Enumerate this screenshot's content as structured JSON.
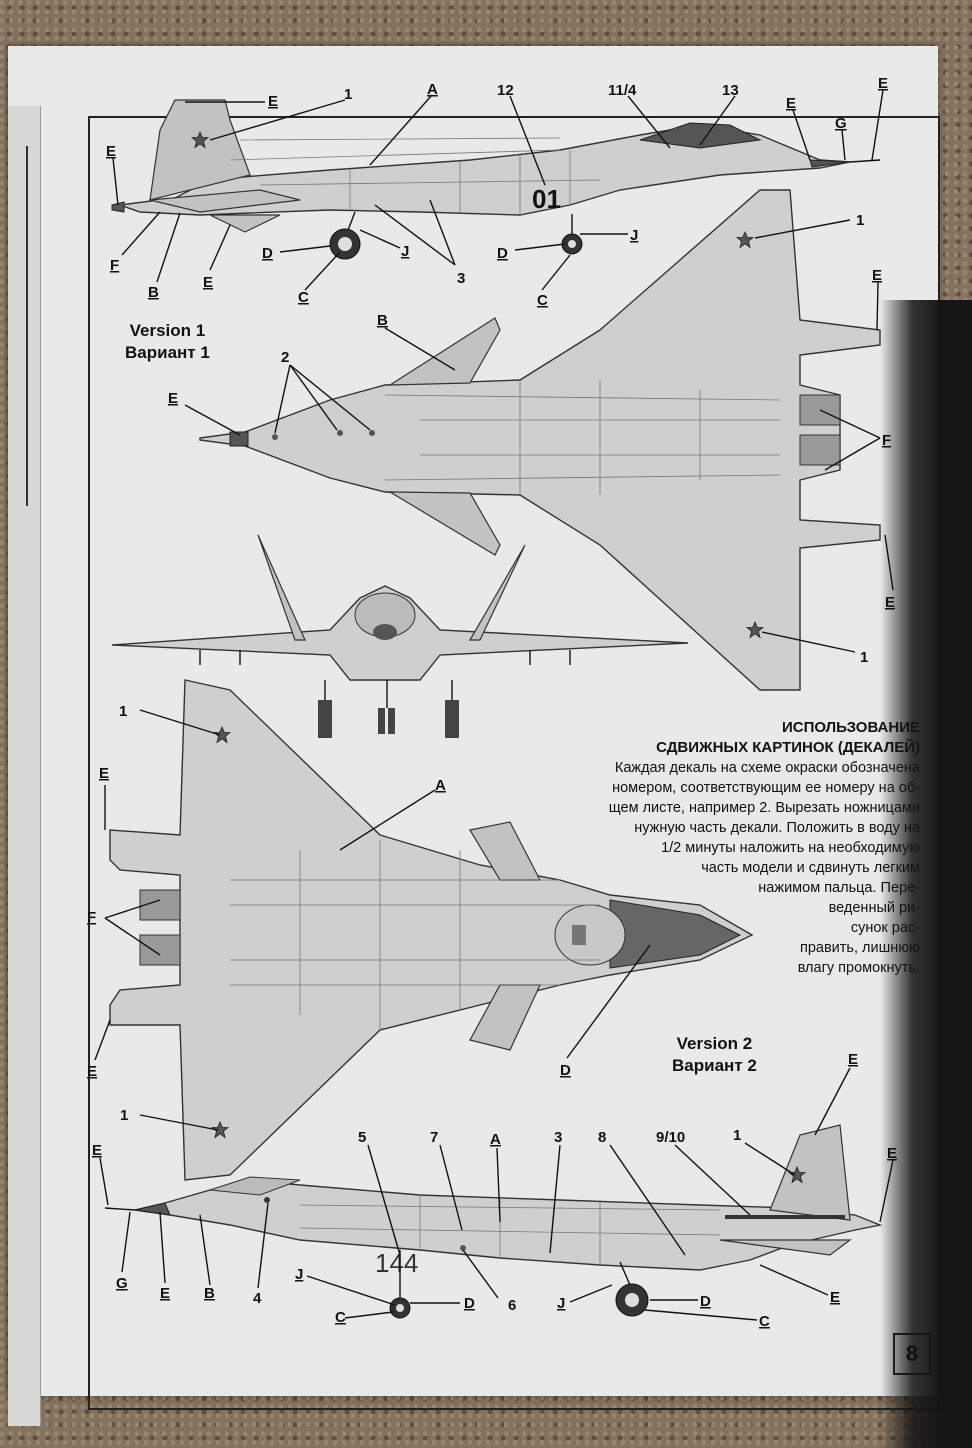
{
  "version1": {
    "line1": "Version 1",
    "line2": "Вариант 1"
  },
  "version2": {
    "line1": "Version 2",
    "line2": "Вариант 2"
  },
  "instructions": {
    "heading1": "ИСПОЛЬЗОВАНИЕ",
    "heading2": "СДВИЖНЫХ КАРТИНОК (ДЕКАЛЕЙ)",
    "lines": [
      "Каждая декаль на схеме окраски обозначена",
      "номером, соответствующим ее номеру на об-",
      "щем листе, например 2. Вырезать ножницами",
      "нужную часть декали. Положить в воду на",
      "1/2 минуты наложить на необходимую",
      "часть модели и сдвинуть легким",
      "нажимом пальца. Пере-",
      "веденный ри-",
      "сунок рас-",
      "править, лишнюю",
      "влагу промокнуть."
    ]
  },
  "page_number": "8",
  "side_view_1": {
    "tail_code": "01",
    "callouts": {
      "E_tail": "E",
      "n1": "1",
      "A": "A",
      "n12": "12",
      "n11_4": "11/4",
      "n13": "13",
      "E_nose": "E",
      "G": "G",
      "E_tip": "E",
      "E_rear": "E",
      "F": "F",
      "B": "B",
      "E_belly": "E",
      "D_main": "D",
      "J_main": "J",
      "C_main": "C",
      "n3": "3",
      "D_nose": "D",
      "J_nose": "J",
      "C_nose": "C"
    }
  },
  "top_view": {
    "callouts": {
      "B": "B",
      "n2": "2",
      "E_nose": "E",
      "n1_top": "1",
      "E_right": "E",
      "F": "F",
      "E_low": "E",
      "n1_low": "1"
    }
  },
  "bottom_view": {
    "callouts": {
      "n1_top": "1",
      "E_top": "E",
      "A": "A",
      "F": "F",
      "E_low": "E",
      "D": "D",
      "n1_low": "1"
    }
  },
  "side_view_2": {
    "fuselage_code": "144",
    "callouts": {
      "E_pitot": "E",
      "G": "G",
      "E_nose": "E",
      "B": "B",
      "n4": "4",
      "n5": "5",
      "n7": "7",
      "A": "A",
      "n3": "3",
      "n8": "8",
      "n9_10": "9/10",
      "n1": "1",
      "E_fin": "E",
      "E_tail": "E",
      "E_belly": "E",
      "J_nose": "J",
      "C_nose": "C",
      "D_nose": "D",
      "n6": "6",
      "J_main": "J",
      "D_main": "D",
      "C_main": "C"
    }
  }
}
